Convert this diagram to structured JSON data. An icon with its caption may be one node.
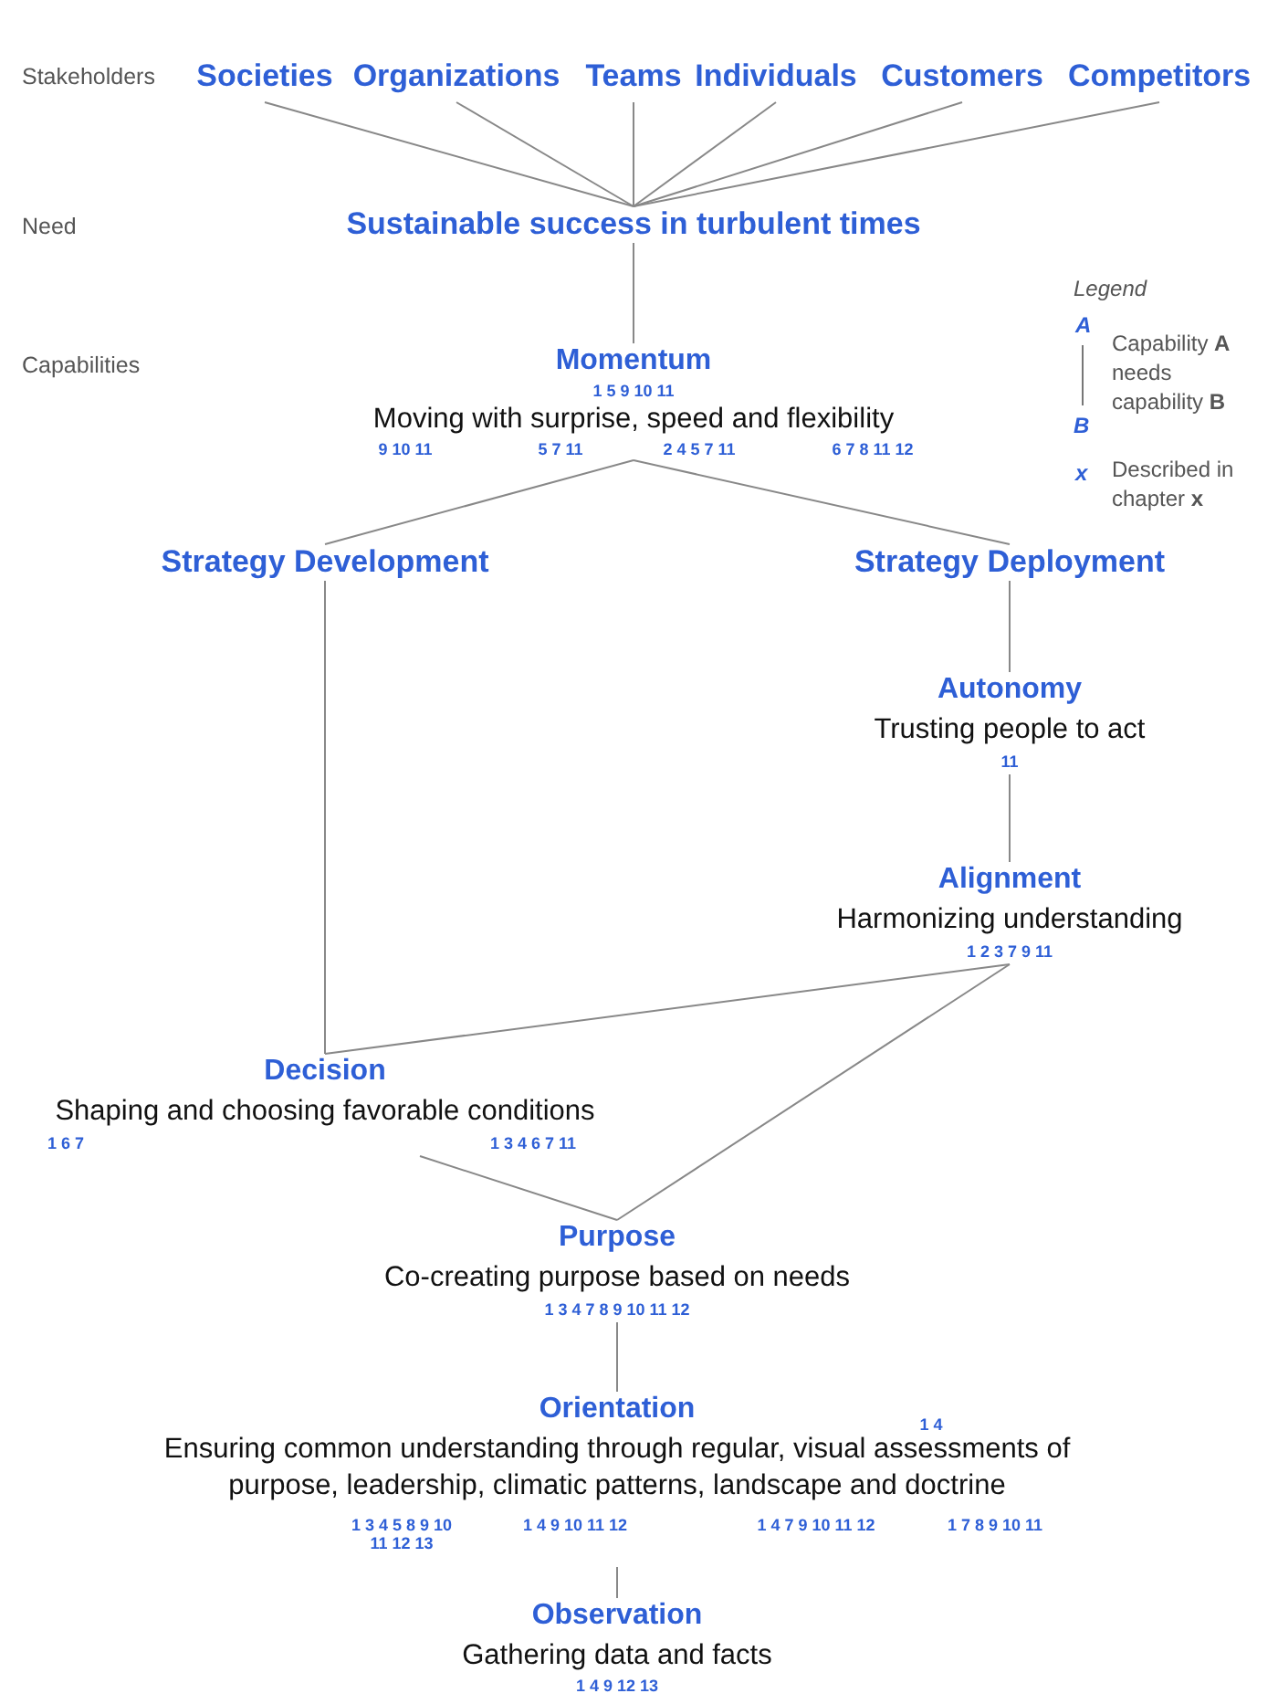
{
  "diagram": {
    "nodes": [
      {
        "text": [
          "Societies"
        ]
      },
      {
        "text": [
          "Organizations"
        ]
      },
      {
        "text": [
          "Teams"
        ]
      },
      {
        "text": [
          "Individuals"
        ]
      },
      {
        "text": [
          "Customers"
        ]
      },
      {
        "text": [
          "Competitors"
        ]
      },
      {
        "text": [
          "Sustainable success in turbulent times"
        ]
      },
      {
        "text": [
          "Momentum",
          "Moving with surprise, speed and flexibility"
        ],
        "beside": [
          "1 5 9 10 11",
          "9 10 11",
          "5 7 11",
          "2 4 5 7 11",
          "6 7 8 11 12"
        ]
      },
      {
        "text": [
          "Strategy Development"
        ]
      },
      {
        "text": [
          "Strategy Deployment"
        ]
      },
      {
        "text": [
          "Autonomy",
          "Trusting people to act"
        ],
        "beside": [
          "11"
        ]
      },
      {
        "text": [
          "Alignment",
          "Harmonizing understanding"
        ],
        "beside": [
          "1 2 3 7 9 11"
        ]
      },
      {
        "text": [
          "Decision",
          "Shaping and choosing favorable conditions"
        ],
        "beside": [
          "1 6 7",
          "1 3 4 6 7 11"
        ]
      },
      {
        "text": [
          "Purpose",
          "Co-creating purpose based on needs"
        ],
        "beside": [
          "1 3 4 7 8 9 10 11 12"
        ]
      },
      {
        "text": [
          "Orientation",
          "Ensuring common understanding through regular, visual assessments of purpose, leadership, climatic patterns, landscape and doctrine"
        ],
        "beside": [
          "1 4",
          "1 3 4 5 8 9 10 11 12 13",
          "1 4 9 10 11 12",
          "1 4 7 9 10 11 12",
          "1 7 8 9 10 11"
        ]
      },
      {
        "text": [
          "Observation",
          "Gathering data and facts"
        ],
        "beside": [
          "1 4 9 12 13"
        ]
      }
    ],
    "edges": [
      {
        "from": 0,
        "to": 6,
        "arrow": "none"
      },
      {
        "from": 1,
        "to": 6,
        "arrow": "none"
      },
      {
        "from": 2,
        "to": 6,
        "arrow": "none"
      },
      {
        "from": 3,
        "to": 6,
        "arrow": "none"
      },
      {
        "from": 4,
        "to": 6,
        "arrow": "none"
      },
      {
        "from": 5,
        "to": 6,
        "arrow": "none"
      },
      {
        "from": 6,
        "to": 7,
        "arrow": "none"
      },
      {
        "from": 7,
        "to": 8,
        "arrow": "none"
      },
      {
        "from": 7,
        "to": 9,
        "arrow": "none"
      },
      {
        "from": 9,
        "to": 10,
        "arrow": "none"
      },
      {
        "from": 10,
        "to": 11,
        "arrow": "none"
      },
      {
        "from": 8,
        "to": 12,
        "arrow": "none"
      },
      {
        "from": 12,
        "to": 11,
        "arrow": "none"
      },
      {
        "from": 12,
        "to": 13,
        "arrow": "none"
      },
      {
        "from": 11,
        "to": 13,
        "arrow": "none"
      },
      {
        "from": 13,
        "to": 14,
        "arrow": "none"
      },
      {
        "from": 14,
        "to": 15,
        "arrow": "none"
      }
    ],
    "labels": [
      "Stakeholders",
      "Need",
      "Capabilities",
      "Legend",
      "A",
      "B",
      "x"
    ],
    "legend": [
      {
        "text": "Capability **A** needs capability **B**"
      },
      {
        "text": "Described in chapter **x**"
      }
    ]
  }
}
